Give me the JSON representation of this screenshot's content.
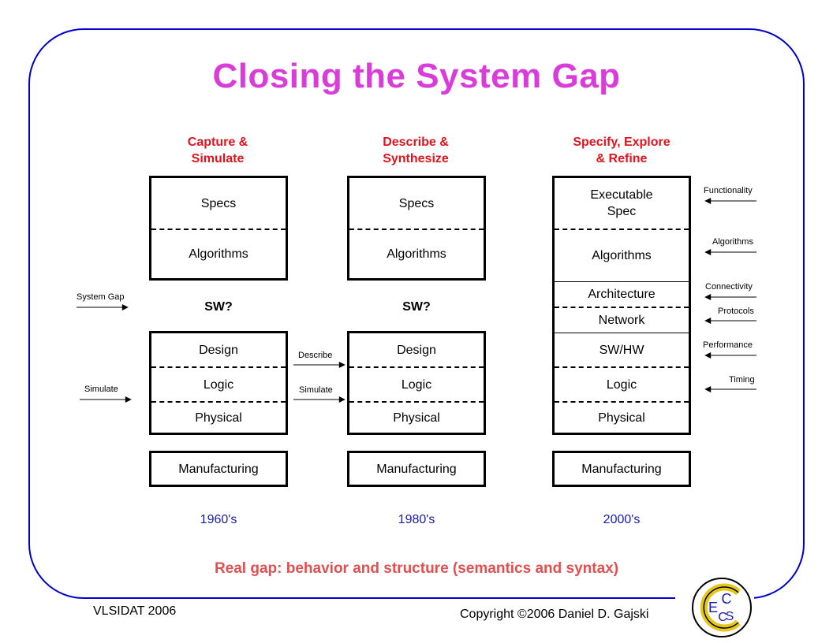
{
  "slide": {
    "title": "Closing the System Gap",
    "gap_statement": "Real gap: behavior and structure (semantics and syntax)",
    "footer_left": "VLSIDAT 2006",
    "footer_right": "Copyright ©2006 Daniel D. Gajski"
  },
  "colors": {
    "frame": "#0000cc",
    "title": "#d93cd9",
    "column_heading": "#e0141e",
    "era": "#1a1aa6",
    "gap_statement": "#e05050"
  },
  "columns": [
    {
      "heading_line1": "Capture &",
      "heading_line2": "Simulate",
      "top_box": [
        "Specs",
        "Algorithms"
      ],
      "gap_label": "SW?",
      "bottom_box": [
        "Design",
        "Logic",
        "Physical"
      ],
      "manufacturing": "Manufacturing",
      "era": "1960's"
    },
    {
      "heading_line1": "Describe &",
      "heading_line2": "Synthesize",
      "top_box": [
        "Specs",
        "Algorithms"
      ],
      "gap_label": "SW?",
      "bottom_box": [
        "Design",
        "Logic",
        "Physical"
      ],
      "manufacturing": "Manufacturing",
      "era": "1980's"
    },
    {
      "heading_line1": "Specify, Explore",
      "heading_line2": "& Refine",
      "stack": [
        "Executable\nSpec",
        "Algorithms",
        "Architecture",
        "Network",
        "SW/HW",
        "Logic",
        "Physical"
      ],
      "manufacturing": "Manufacturing",
      "era": "2000's"
    }
  ],
  "left_arrows": {
    "system_gap": "System Gap",
    "simulate": "Simulate"
  },
  "middle_arrows": {
    "describe": "Describe",
    "simulate": "Simulate"
  },
  "right_arrows": [
    "Functionality",
    "Algorithms",
    "Connectivity",
    "Protocols",
    "Performance",
    "Timing"
  ],
  "logo": {
    "letters": [
      "C",
      "E",
      "C",
      "S"
    ]
  }
}
